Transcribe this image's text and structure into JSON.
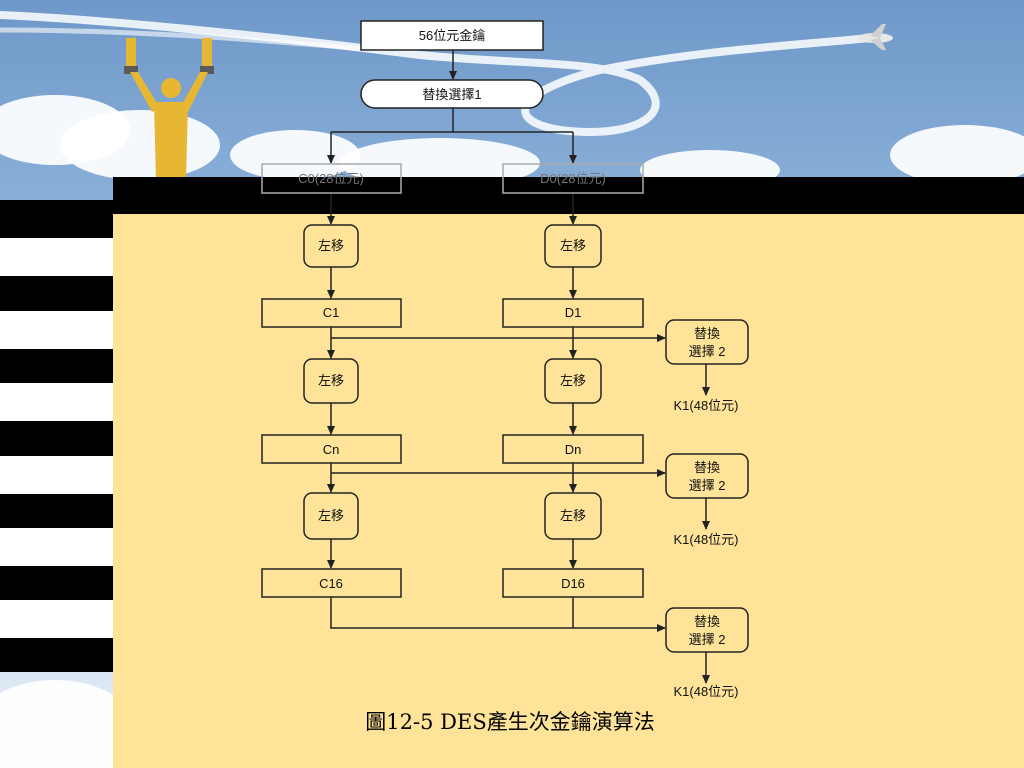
{
  "diagram": {
    "top_key": "56位元金鑰",
    "pc1": "替換選擇1",
    "c0": "C0(28位元)",
    "d0": "D0(28位元)",
    "shift": "左移",
    "c1": "C1",
    "d1": "D1",
    "cn": "Cn",
    "dn": "Dn",
    "c16": "C16",
    "d16": "D16",
    "pc2_line1": "替換",
    "pc2_line2": "選擇 2",
    "k_out": "K1(48位元)"
  },
  "caption": "圖12-5 DES產生次金鑰演算法",
  "colors": {
    "panel": "#fee399",
    "box_fill": "#fee399",
    "top_box_fill": "#ffffff",
    "stroke": "#222222"
  }
}
